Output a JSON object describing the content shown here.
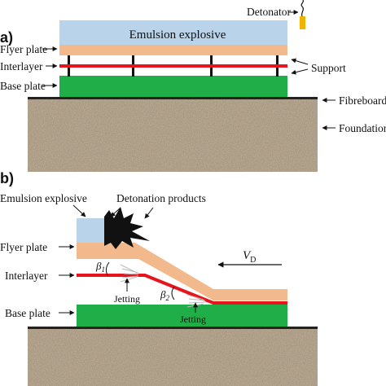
{
  "panel_a": {
    "label": "a)",
    "emulsion_explosive": "Emulsion explosive",
    "detonator": "Detonator",
    "flyer_plate": "Flyer plate",
    "interlayer": "Interlayer",
    "base_plate": "Base plate",
    "support": "Support",
    "fibreboard": "Fibreboard",
    "foundation": "Foundation"
  },
  "panel_b": {
    "label": "b)",
    "emulsion_explosive": "Emulsion explosive",
    "detonation_products": "Detonation products",
    "flyer_plate": "Flyer plate",
    "interlayer": "Interlayer",
    "base_plate": "Base plate",
    "jetting_1": "Jetting",
    "jetting_2": "Jetting",
    "beta_1": "β",
    "beta_1_sub": "1",
    "beta_2": "β",
    "beta_2_sub": "2",
    "velocity": "V",
    "velocity_sub": "D"
  },
  "colors": {
    "explosive": "#b8d3ea",
    "flyer": "#f2b98c",
    "interlayer": "#e8141c",
    "base": "#1fae47",
    "foundation": "#9c8a74",
    "detonator": "#f0b400",
    "detonation_products": "#111111"
  }
}
